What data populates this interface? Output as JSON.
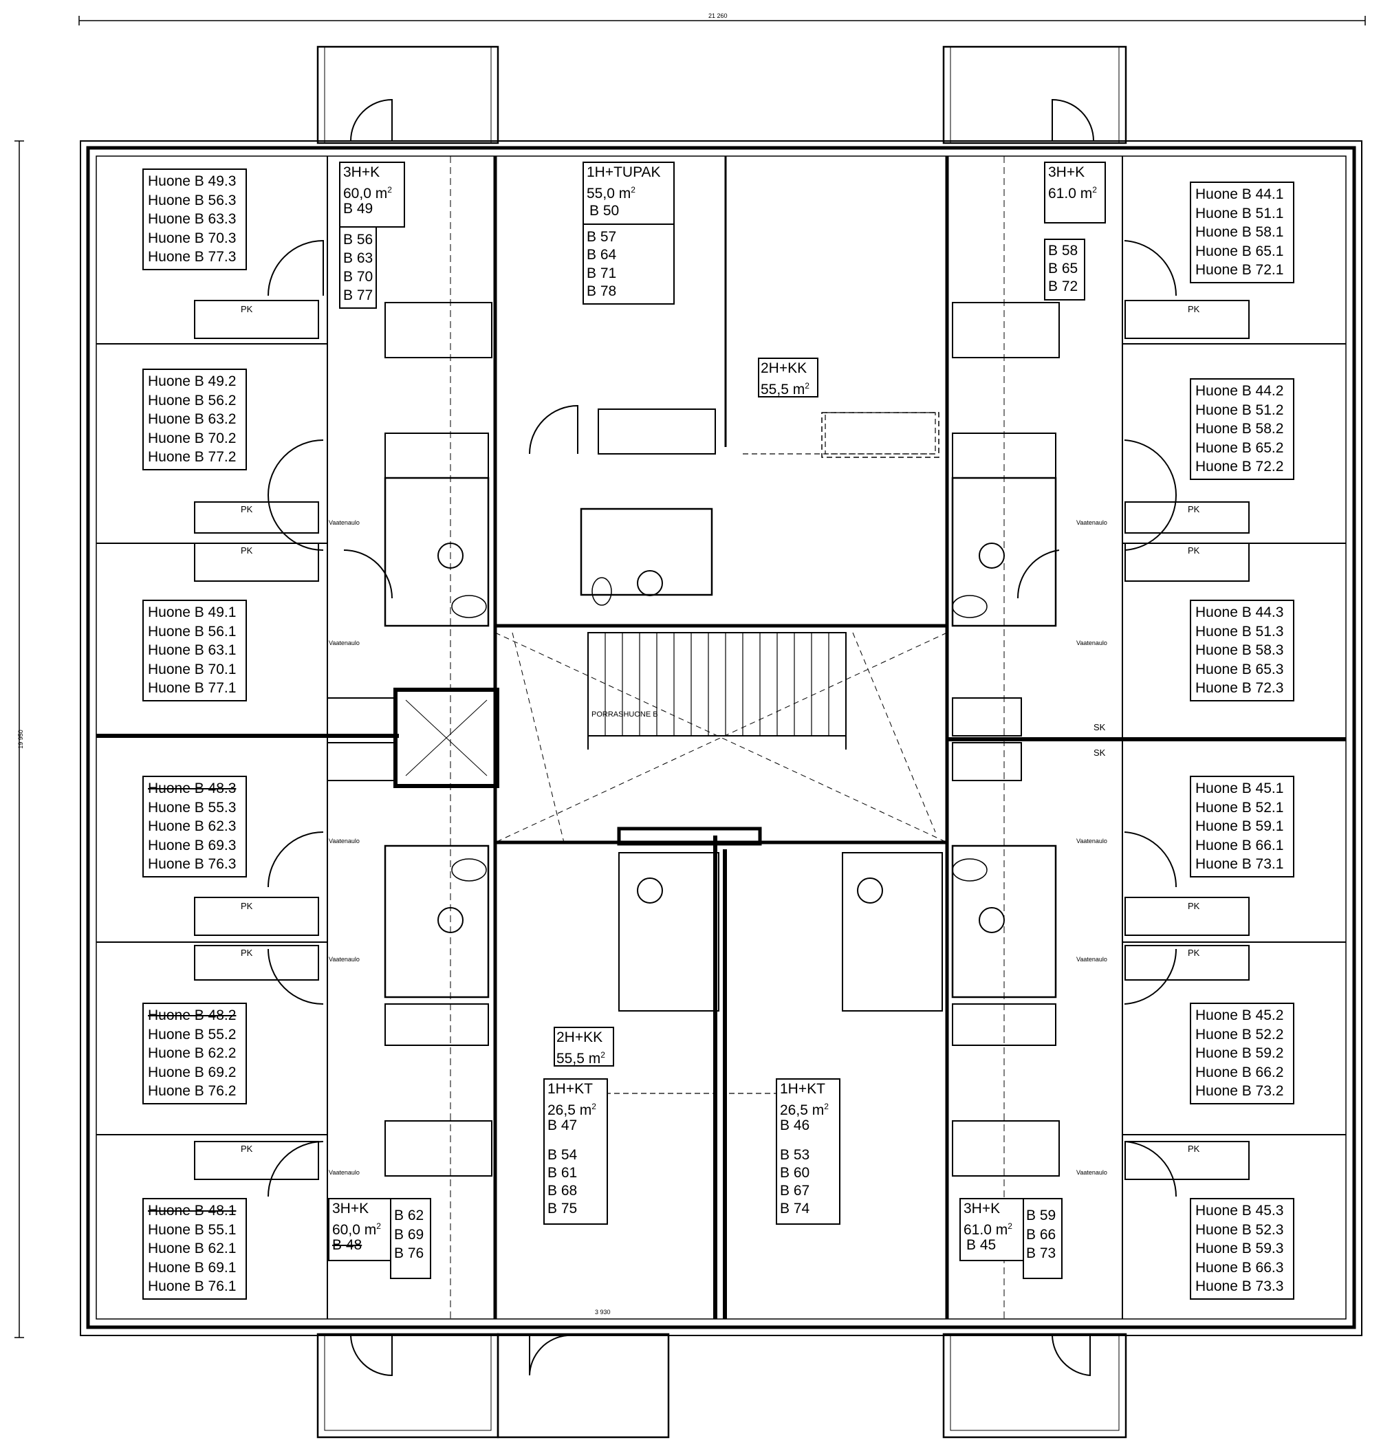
{
  "dimensions": {
    "width_overall": "21 260",
    "height_overall": "19 950",
    "corridor": "3 930"
  },
  "huone_lists": [
    {
      "id": "nw1",
      "rows": [
        "Huone B 49.3",
        "Huone B 56.3",
        "Huone B 63.3",
        "Huone B 70.3",
        "Huone B 77.3"
      ]
    },
    {
      "id": "nw2",
      "rows": [
        "Huone B 49.2",
        "Huone B 56.2",
        "Huone B 63.2",
        "Huone B 70.2",
        "Huone B 77.2"
      ]
    },
    {
      "id": "nw3",
      "rows": [
        "Huone B 49.1",
        "Huone B 56.1",
        "Huone B 63.1",
        "Huone B 70.1",
        "Huone B 77.1"
      ]
    },
    {
      "id": "sw1",
      "rows": [
        "Huone B 48.3",
        "Huone B 55.3",
        "Huone B 62.3",
        "Huone B 69.3",
        "Huone B 76.3"
      ]
    },
    {
      "id": "sw2",
      "rows": [
        "Huone B 48.2",
        "Huone B 55.2",
        "Huone B 62.2",
        "Huone B 69.2",
        "Huone B 76.2"
      ]
    },
    {
      "id": "sw3",
      "rows": [
        "Huone B 48.1",
        "Huone B 55.1",
        "Huone B 62.1",
        "Huone B 69.1",
        "Huone B 76.1"
      ]
    },
    {
      "id": "ne1",
      "rows": [
        "Huone B 44.1",
        "Huone B 51.1",
        "Huone B 58.1",
        "Huone B 65.1",
        "Huone B 72.1"
      ]
    },
    {
      "id": "ne2",
      "rows": [
        "Huone B 44.2",
        "Huone B 51.2",
        "Huone B 58.2",
        "Huone B 65.2",
        "Huone B 72.2"
      ]
    },
    {
      "id": "ne3",
      "rows": [
        "Huone B 44.3",
        "Huone B 51.3",
        "Huone B 58.3",
        "Huone B 65.3",
        "Huone B 72.3"
      ]
    },
    {
      "id": "se1",
      "rows": [
        "Huone B 45.1",
        "Huone B 52.1",
        "Huone B 59.1",
        "Huone B 66.1",
        "Huone B 73.1"
      ]
    },
    {
      "id": "se2",
      "rows": [
        "Huone B 45.2",
        "Huone B 52.2",
        "Huone B 59.2",
        "Huone B 66.2",
        "Huone B 73.2"
      ]
    },
    {
      "id": "se3",
      "rows": [
        "Huone B 45.3",
        "Huone B 52.3",
        "Huone B 59.3",
        "Huone B 66.3",
        "Huone B 73.3"
      ]
    }
  ],
  "apartments": {
    "b49": {
      "type": "3H+K",
      "area": "60,0 m",
      "sup": "2",
      "id": "B 49",
      "others": [
        "B 56",
        "B 63",
        "B 70",
        "B 77"
      ]
    },
    "b50": {
      "type": "1H+TUPAK",
      "area": "55,0 m",
      "sup": "2",
      "id": "B 50",
      "others": [
        "B 57",
        "B 64",
        "B 71",
        "B 78"
      ]
    },
    "b44": {
      "type": "3H+K",
      "area": "61.0 m",
      "sup": "2",
      "others": [
        "B 58",
        "B 65",
        "B 72"
      ]
    },
    "kk_top": {
      "type": "2H+KK",
      "area": "55,5 m",
      "sup": "2"
    },
    "kk_mid": {
      "type": "2H+KK",
      "area": "55,5 m",
      "sup": "2"
    },
    "b47": {
      "type": "1H+KT",
      "area": "26,5 m",
      "sup": "2",
      "id": "B 47",
      "others": [
        "B 54",
        "B 61",
        "B 68",
        "B 75"
      ]
    },
    "b46": {
      "type": "1H+KT",
      "area": "26,5 m",
      "sup": "2",
      "id": "B 46",
      "others": [
        "B 53",
        "B 60",
        "B 67",
        "B 74"
      ]
    },
    "b48": {
      "type": "3H+K",
      "area": "60,0 m",
      "sup": "2",
      "id": "B 48",
      "others": [
        "B 62",
        "B 69",
        "B 76"
      ]
    },
    "b45": {
      "type": "3H+K",
      "area": "61.0 m",
      "sup": "2",
      "id": "B 45",
      "others": [
        "B 59",
        "B 66",
        "B 73"
      ]
    }
  },
  "stair_label": "PORRASHUONE B",
  "pk": "PK",
  "sk": "SK",
  "closet_label": "Vaatenaulo"
}
